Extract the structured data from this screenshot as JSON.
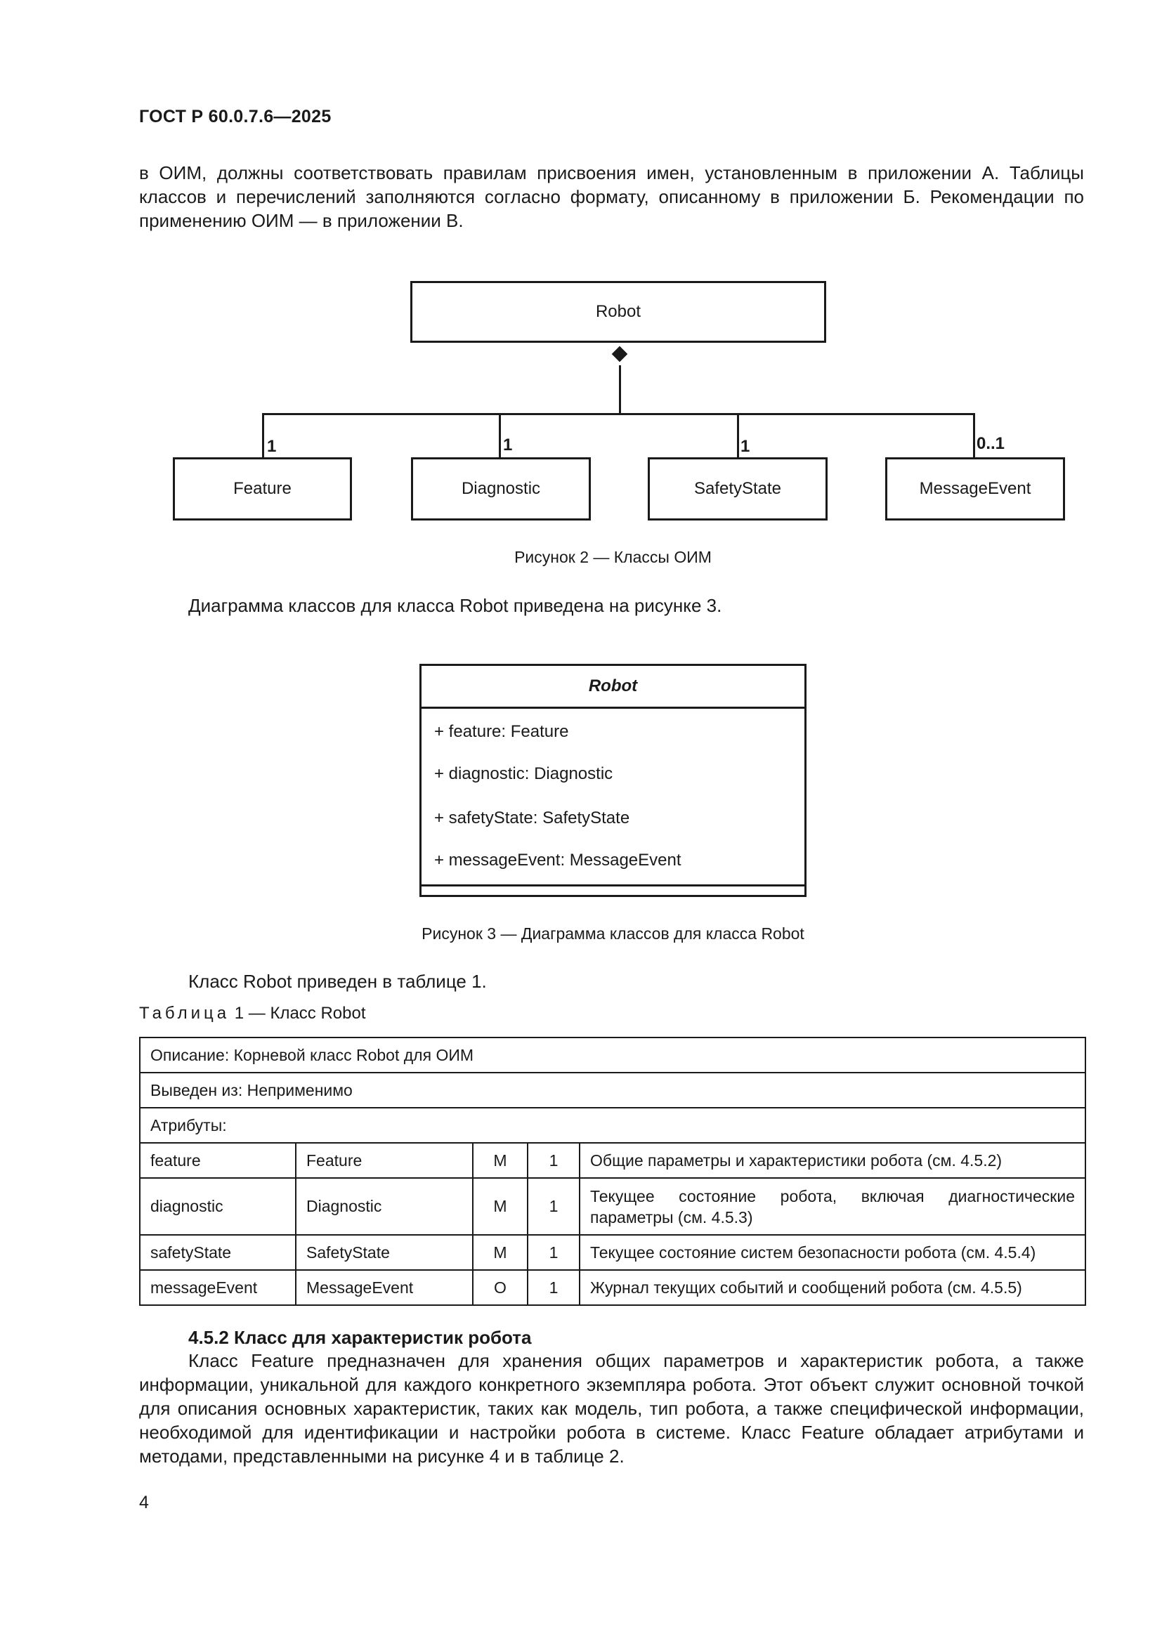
{
  "header": {
    "standard": "ГОСТ Р 60.0.7.6—2025"
  },
  "intro_paragraph": "в ОИМ, должны соответствовать правилам присвоения имен, установленным в приложении А. Таблицы классов и перечислений заполняются согласно формату, описанному в приложении Б. Рекомендации по применению ОИМ — в приложении В.",
  "figure2": {
    "root": "Robot",
    "children": [
      {
        "name": "Feature",
        "multiplicity": "1"
      },
      {
        "name": "Diagnostic",
        "multiplicity": "1"
      },
      {
        "name": "SafetyState",
        "multiplicity": "1"
      },
      {
        "name": "MessageEvent",
        "multiplicity": "0..1"
      }
    ],
    "caption": "Рисунок 2 — Классы ОИМ"
  },
  "text_fig3_ref": "Диаграмма классов для класса Robot приведена на рисунке 3.",
  "figure3": {
    "class_name": "Robot",
    "attributes": [
      "+ feature: Feature",
      "+ diagnostic: Diagnostic",
      "+ safetyState: SafetyState",
      "+ messageEvent: MessageEvent"
    ],
    "caption": "Рисунок 3 — Диаграмма классов для класса Robot"
  },
  "text_table_ref": "Класс Robot приведен в таблице 1.",
  "table1": {
    "label_word": "Таблица",
    "label_rest": " 1 — Класс Robot",
    "description": "Описание: Корневой класс Robot для ОИМ",
    "derived": "Выведен из: Неприменимо",
    "attributes_label": "Атрибуты:",
    "rows": [
      [
        "feature",
        "Feature",
        "M",
        "1",
        "Общие параметры и характеристики робота (см. 4.5.2)"
      ],
      [
        "diagnostic",
        "Diagnostic",
        "M",
        "1",
        "Текущее состояние робота, включая диагностические параметры (см. 4.5.3)"
      ],
      [
        "safetyState",
        "SafetyState",
        "M",
        "1",
        "Текущее состояние систем безопасности робота (см. 4.5.4)"
      ],
      [
        "messageEvent",
        "MessageEvent",
        "O",
        "1",
        "Журнал текущих событий и сообщений робота (см. 4.5.5)"
      ]
    ]
  },
  "section": {
    "heading": "4.5.2 Класс для характеристик робота",
    "paragraph": "Класс Feature предназначен для хранения общих параметров и характеристик робота, а также информации, уникальной для каждого конкретного экземпляра робота. Этот объект служит основной точкой для описания основных характеристик, таких как модель, тип робота, а также специфической информации, необходимой для идентификации и настройки робота в системе. Класс Feature обладает атрибутами и методами, представленными на рисунке 4 и в таблице 2."
  },
  "page_number": "4"
}
